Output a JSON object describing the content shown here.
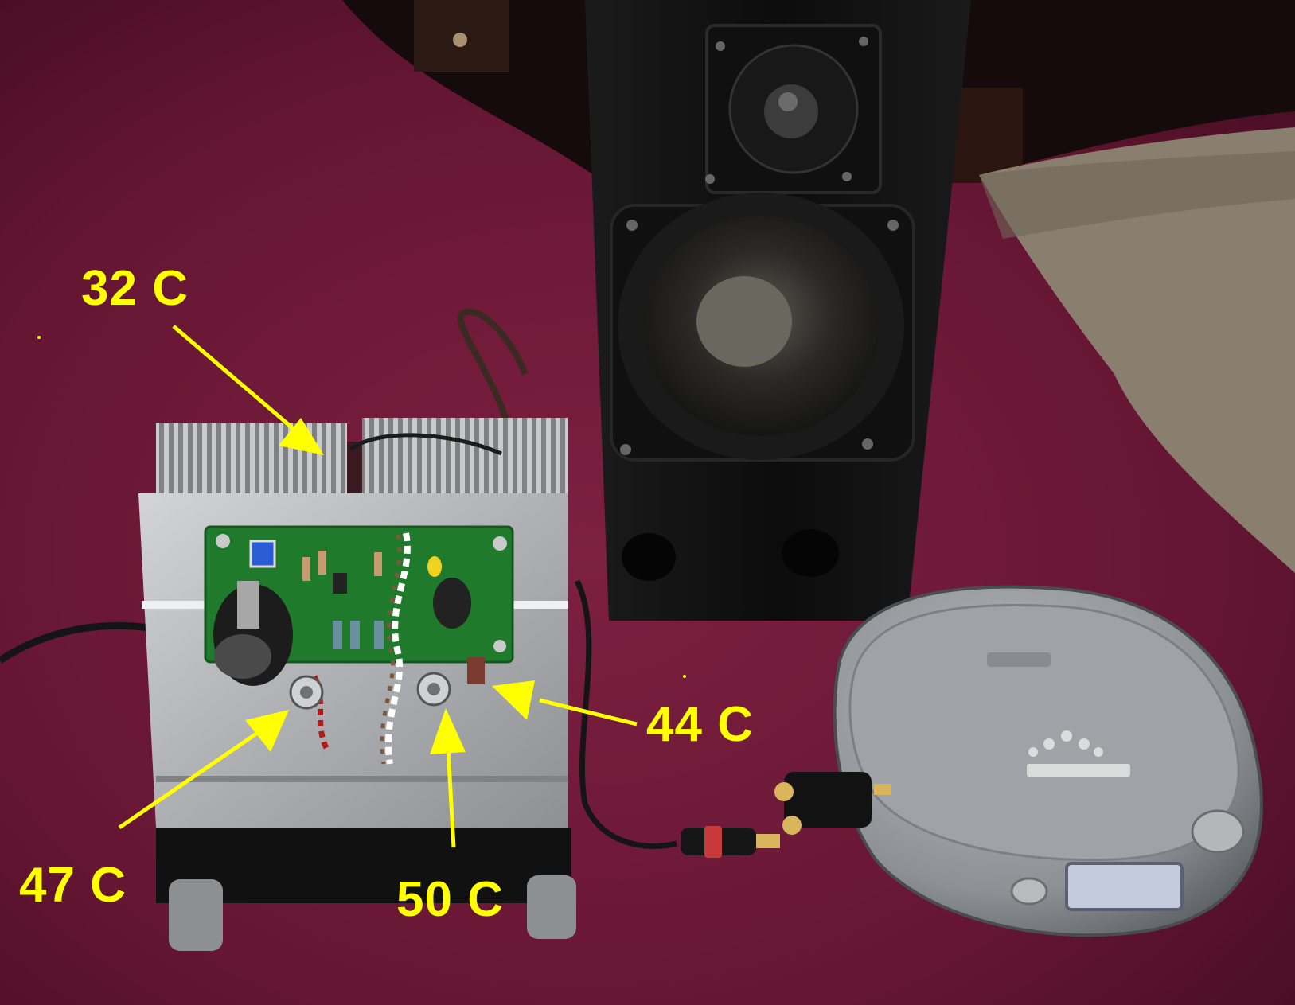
{
  "annotations": {
    "heatsink_top": "32 C",
    "right_transistor": "44 C",
    "left_transistor": "47 C",
    "center_transistor": "50 C"
  },
  "colors": {
    "annotation": "#ffff00",
    "carpet": "#6a1830",
    "speaker_cabinet": "#121212",
    "heatsink": "#b4b6b8",
    "pcb": "#1f7a2c",
    "cd_player": "#9a9ea2"
  }
}
